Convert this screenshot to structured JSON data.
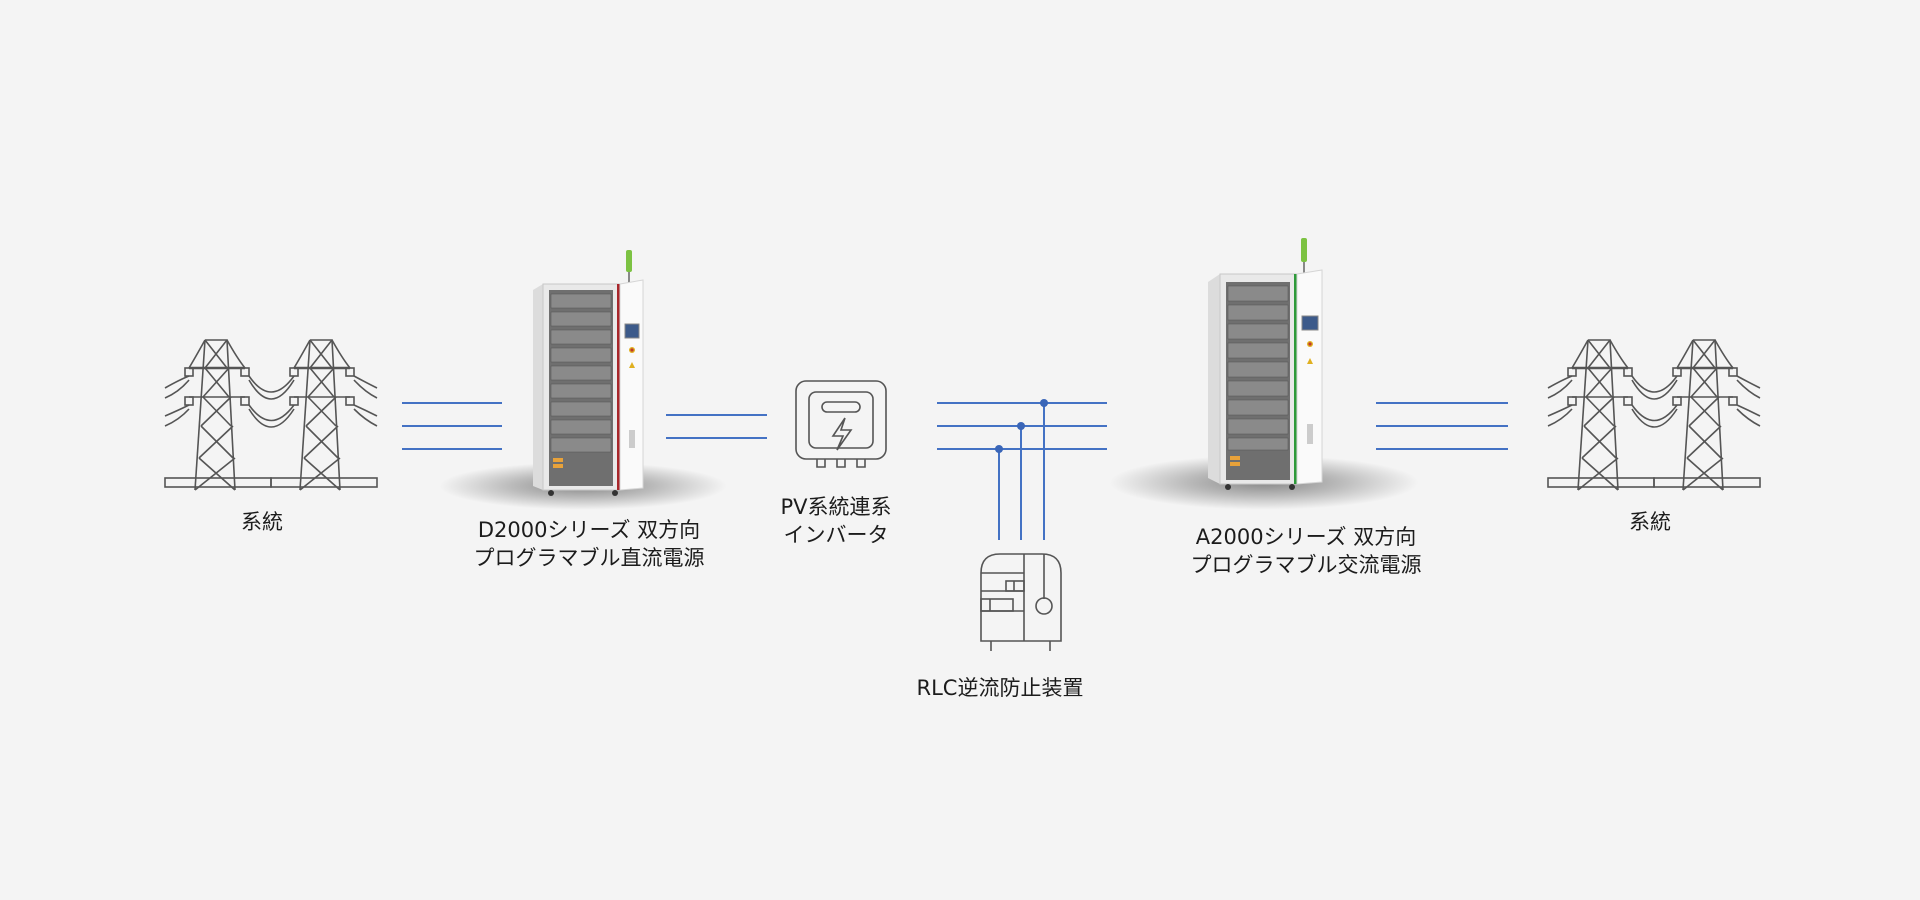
{
  "diagram": {
    "title": "",
    "nodes": {
      "grid_left": {
        "label": "系統",
        "icon": "power-tower-icon"
      },
      "dc_supply": {
        "label_line1": "D2000シリーズ 双方向",
        "label_line2": "プログラマブル直流電源",
        "icon": "dc-power-cabinet-icon",
        "accent_color": "#a8262b"
      },
      "pv_inverter": {
        "label_line1": "PV系統連系",
        "label_line2": "インバータ",
        "icon": "inverter-lightning-icon"
      },
      "rlc_load": {
        "label": "RLC逆流防止装置",
        "icon": "rlc-device-icon"
      },
      "ac_supply": {
        "label_line1": "A2000シリーズ 双方向",
        "label_line2": "プログラマブル交流電源",
        "icon": "ac-power-cabinet-icon",
        "accent_color": "#2e9a3a"
      },
      "grid_right": {
        "label": "系統",
        "icon": "power-tower-icon"
      }
    },
    "connections": [
      {
        "from": "grid_left",
        "to": "dc_supply",
        "wires": 3
      },
      {
        "from": "dc_supply",
        "to": "pv_inverter",
        "wires": 2
      },
      {
        "from": "pv_inverter",
        "to": "ac_supply",
        "wires": 3,
        "taps_to": "rlc_load"
      },
      {
        "from": "ac_supply",
        "to": "grid_right",
        "wires": 3
      }
    ],
    "colors": {
      "wire": "#4472c4",
      "background": "#f4f4f4",
      "icon_stroke": "#555555"
    }
  }
}
